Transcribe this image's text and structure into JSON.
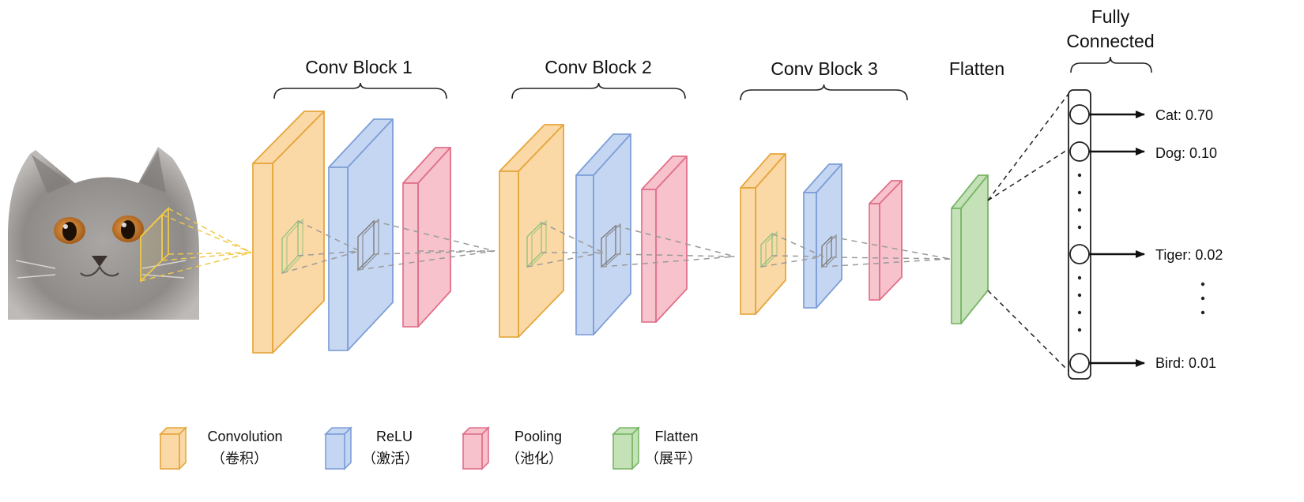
{
  "colors": {
    "convolution_face": "#fbd9a6",
    "convolution_edge": "#e6a53c",
    "relu_face": "#c5d6f2",
    "relu_edge": "#7d9fd8",
    "pooling_face": "#f7c2cc",
    "pooling_edge": "#e0708a",
    "flatten_face": "#c4e1b8",
    "flatten_edge": "#79b666",
    "dashed_line": "#9a9a9a",
    "input_kernel": "#f0c84a"
  },
  "input_image": {
    "icon": "cat-photo"
  },
  "blocks": [
    {
      "label": "Conv Block 1"
    },
    {
      "label": "Conv Block 2"
    },
    {
      "label": "Conv Block 3"
    }
  ],
  "flatten_label": "Flatten",
  "fully_connected_label": [
    "Fully",
    "Connected"
  ],
  "outputs": [
    {
      "class": "Cat",
      "prob": 0.7,
      "text": "Cat: 0.70"
    },
    {
      "class": "Dog",
      "prob": 0.1,
      "text": "Dog: 0.10"
    },
    {
      "class": "Tiger",
      "prob": 0.02,
      "text": "Tiger: 0.02"
    },
    {
      "class": "Bird",
      "prob": 0.01,
      "text": "Bird: 0.01"
    }
  ],
  "legend": [
    {
      "key": "convolution",
      "label": "Convolution",
      "sub": "（卷积）"
    },
    {
      "key": "relu",
      "label": "ReLU",
      "sub": "（激活）"
    },
    {
      "key": "pooling",
      "label": "Pooling",
      "sub": "（池化）"
    },
    {
      "key": "flatten",
      "label": "Flatten",
      "sub": "（展平）"
    }
  ]
}
